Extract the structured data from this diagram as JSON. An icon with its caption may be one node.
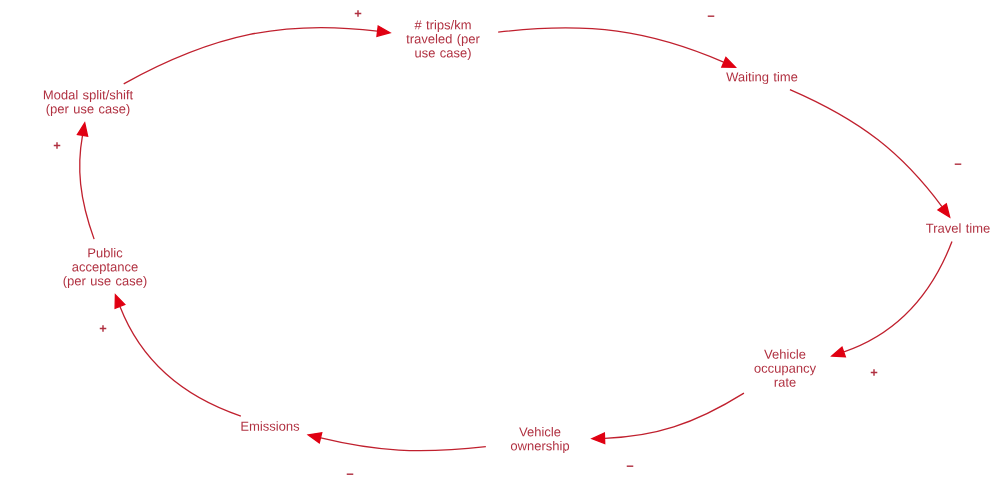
{
  "diagram": {
    "nodes": [
      {
        "text": [
          "Modal split/shift (per use case)"
        ]
      },
      {
        "text": [
          "# trips/km traveled (per use case)"
        ]
      },
      {
        "text": [
          "Waiting time"
        ]
      },
      {
        "text": [
          "Travel time"
        ]
      },
      {
        "text": [
          "Vehicle occupancy rate"
        ]
      },
      {
        "text": [
          "Vehicle ownership"
        ]
      },
      {
        "text": [
          "Emissions"
        ]
      },
      {
        "text": [
          "Public acceptance (per use case)"
        ]
      }
    ],
    "edges": [
      {
        "from": 0,
        "to": 1,
        "arrow": "to",
        "label": "+"
      },
      {
        "from": 1,
        "to": 2,
        "arrow": "to",
        "label": "−"
      },
      {
        "from": 2,
        "to": 3,
        "arrow": "to",
        "label": "−"
      },
      {
        "from": 3,
        "to": 4,
        "arrow": "to",
        "label": "+"
      },
      {
        "from": 4,
        "to": 5,
        "arrow": "to",
        "label": "−"
      },
      {
        "from": 5,
        "to": 6,
        "arrow": "to",
        "label": "−"
      },
      {
        "from": 6,
        "to": 7,
        "arrow": "to",
        "label": "+"
      },
      {
        "from": 7,
        "to": 0,
        "arrow": "to",
        "label": "+"
      }
    ]
  }
}
